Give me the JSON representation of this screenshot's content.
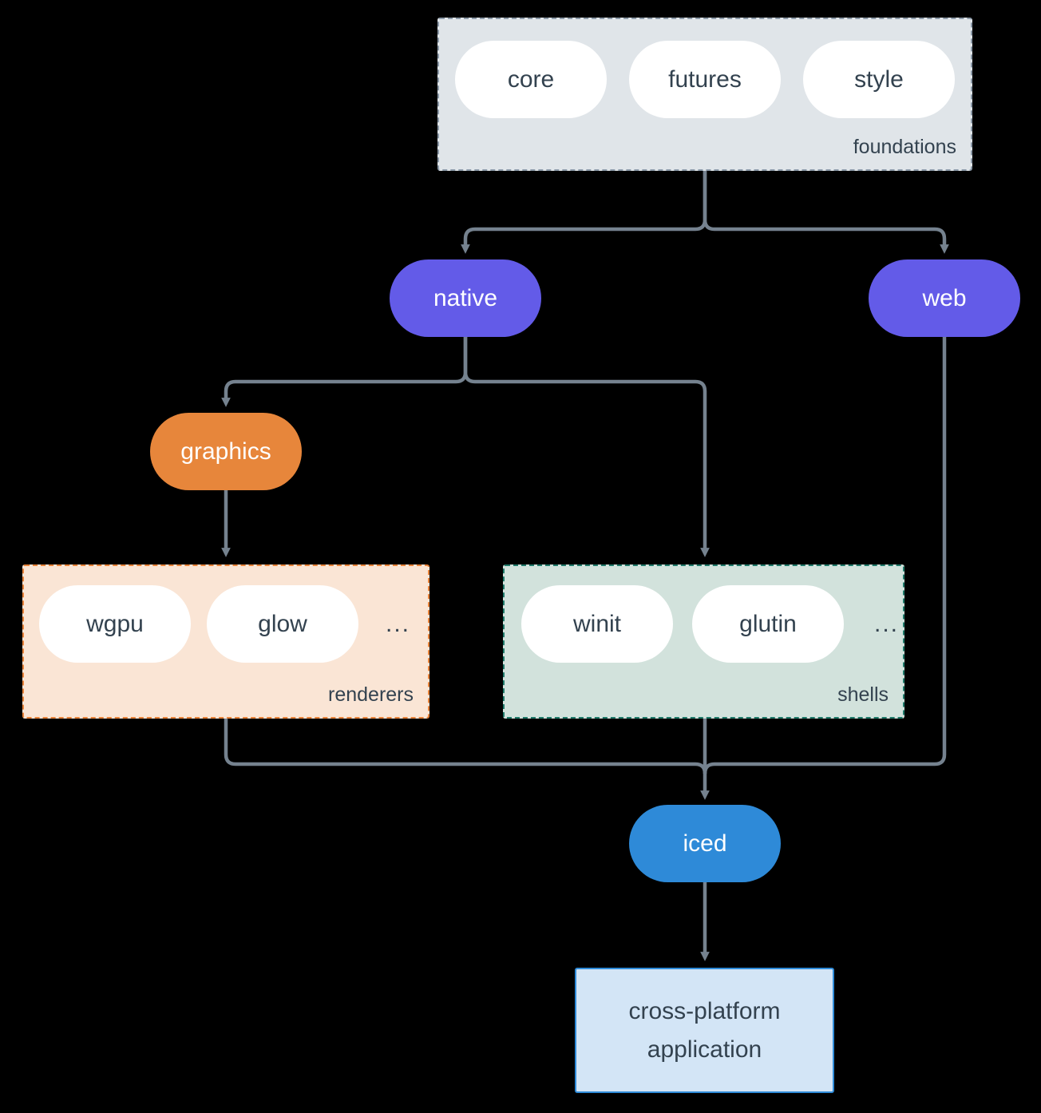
{
  "colors": {
    "background": "#000000",
    "arrow": "#75828f",
    "purple": "#635be8",
    "orange": "#e7863b",
    "blue": "#2e8ad8",
    "foundations_fill": "#e0e5e9",
    "foundations_border": "#8c9aa9",
    "renderers_fill": "#fae5d5",
    "renderers_border": "#e8833a",
    "shells_fill": "#d2e2dc",
    "shells_border": "#1f7a6a",
    "app_fill": "#d3e5f6",
    "app_border": "#2e8ad8",
    "pill_fill": "#ffffff",
    "text_dark": "#33424f",
    "text_light": "#ffffff"
  },
  "groups": {
    "foundations": {
      "label": "foundations",
      "pills": [
        "core",
        "futures",
        "style"
      ]
    },
    "renderers": {
      "label": "renderers",
      "pills": [
        "wgpu",
        "glow"
      ],
      "ellipsis": "..."
    },
    "shells": {
      "label": "shells",
      "pills": [
        "winit",
        "glutin"
      ],
      "ellipsis": "..."
    }
  },
  "nodes": {
    "native": "native",
    "web": "web",
    "graphics": "graphics",
    "iced": "iced",
    "app_line1": "cross-platform",
    "app_line2": "application"
  },
  "edges": [
    {
      "from": "foundations",
      "to": "native"
    },
    {
      "from": "foundations",
      "to": "web"
    },
    {
      "from": "native",
      "to": "graphics"
    },
    {
      "from": "native",
      "to": "shells"
    },
    {
      "from": "graphics",
      "to": "renderers"
    },
    {
      "from": "renderers",
      "to": "iced"
    },
    {
      "from": "shells",
      "to": "iced"
    },
    {
      "from": "web",
      "to": "iced"
    },
    {
      "from": "iced",
      "to": "cross-platform application"
    }
  ]
}
